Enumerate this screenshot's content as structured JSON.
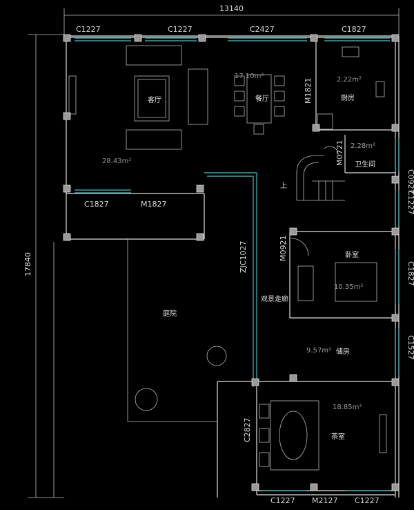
{
  "dimensions": {
    "width_total": "13140",
    "height_total": "17840"
  },
  "openings": {
    "c1227_a": "C1227",
    "c1227_b": "C1227",
    "c2427": "C2427",
    "c1827_top": "C1827",
    "m1821": "M1821",
    "m0721": "M0721",
    "c0927": "C0927",
    "c1227_r": "C1227",
    "c1827_bl": "C1827",
    "m1827": "M1827",
    "zjc1027": "ZJC1027",
    "m0921": "M0921",
    "c1827_r": "C1827",
    "c1527": "C1527",
    "c2827": "C2827",
    "c1227_bl": "C1227",
    "m2127": "M2127",
    "c1227_br": "C1227"
  },
  "rooms": {
    "living": {
      "name": "客厅",
      "area": "28.43m²"
    },
    "dining": {
      "name": "餐厅",
      "area": "17.10m²"
    },
    "kitchen": {
      "name": "厨房",
      "area": "2.22m²"
    },
    "bathroom": {
      "name": "卫生间",
      "area": "2.28m²"
    },
    "bedroom": {
      "name": "卧室",
      "area": "10.35m²"
    },
    "storage": {
      "name": "储房",
      "area": "9.57m²"
    },
    "tearoom": {
      "name": "茶室",
      "area": "18.85m²"
    },
    "garden": {
      "name": "庭院"
    },
    "corridor": {
      "name": "观景走廊"
    }
  },
  "stair_up_label": "上"
}
